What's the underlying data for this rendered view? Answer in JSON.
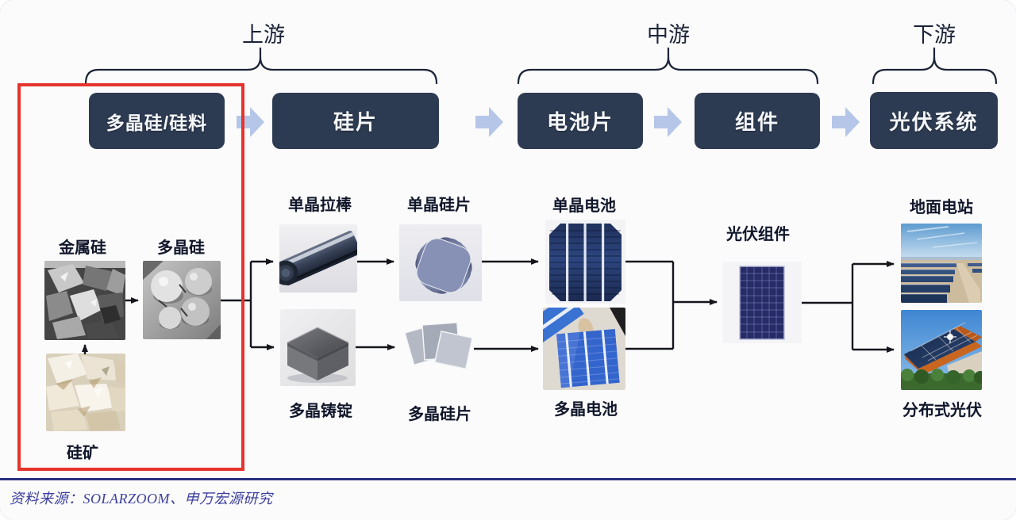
{
  "stage_labels": {
    "upstream": "上游",
    "midstream": "中游",
    "downstream": "下游"
  },
  "chain_boxes": {
    "box1": "多晶硅/硅料",
    "box2": "硅片",
    "box3": "电池片",
    "box4": "组件",
    "box5": "光伏系统"
  },
  "item_labels": {
    "metal_silicon": "金属硅",
    "poly_silicon": "多晶硅",
    "silica_ore": "硅矿",
    "mono_ingot": "单晶拉棒",
    "mono_wafer": "单晶硅片",
    "poly_ingot": "多晶铸锭",
    "poly_wafer": "多晶硅片",
    "mono_cell": "单晶电池",
    "poly_cell": "多晶电池",
    "pv_module": "光伏组件",
    "ground_station": "地面电站",
    "distributed_pv": "分布式光伏"
  },
  "footer": {
    "source_text": "资料来源：SOLARZOOM、申万宏源研究"
  },
  "colors": {
    "chain_box_bg": "#2d3b52",
    "chain_box_text": "#f5f7fa",
    "flow_arrow": "#b5c6e8",
    "connector_line": "#15161c",
    "bracket_line": "#1b2436",
    "stage_label_color": "#1c2438",
    "item_label_color": "#10162a",
    "highlight_border": "#e5332d",
    "separator_line": "#28307e",
    "source_text_color": "#3c3f9f",
    "canvas_bg": "#fbfbfc"
  }
}
